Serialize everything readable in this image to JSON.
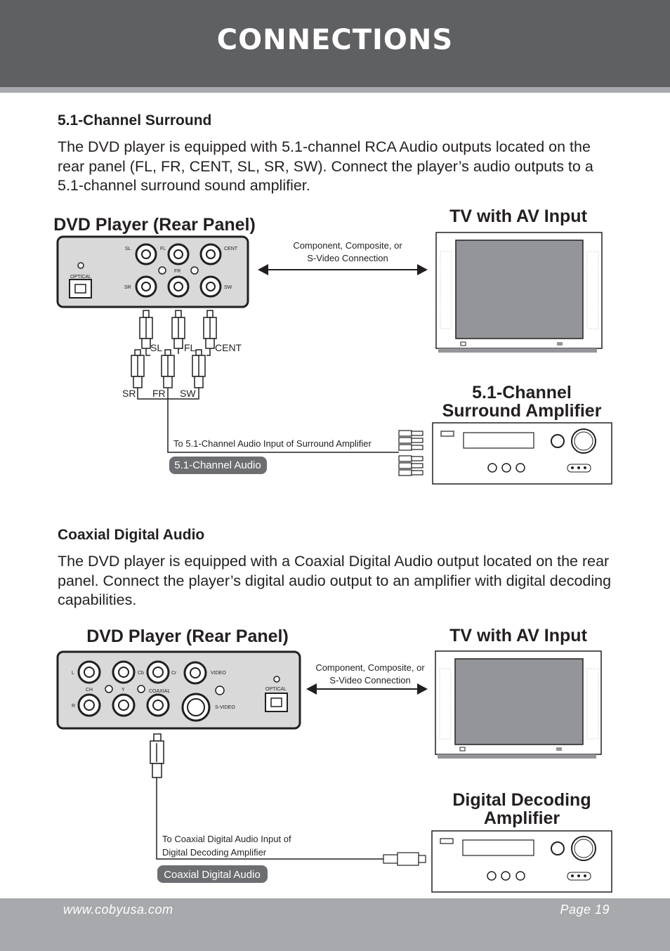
{
  "header": {
    "title": "CONNECTIONS"
  },
  "section1": {
    "heading": "5.1-Channel Surround",
    "body": "The DVD player is equipped with 5.1-channel RCA Audio outputs located on the rear panel (FL, FR, CENT, SL, SR, SW). Connect the player’s audio outputs to a 5.1-channel surround sound amplifier.",
    "diagram": {
      "dvd_label": "DVD Player (Rear Panel)",
      "tv_label": "TV with AV Input",
      "video_link_line1": "Component, Composite, or",
      "video_link_line2": "S-Video Connection",
      "panel_labels": {
        "sl": "SL",
        "fl": "FL",
        "cent": "CENT",
        "fr": "FR",
        "sr": "SR",
        "sw": "SW",
        "optical": "OPTICAL"
      },
      "plug_labels": {
        "sl": "SL",
        "fl": "FL",
        "cent": "CENT",
        "sr": "SR",
        "fr": "FR",
        "sw": "SW"
      },
      "amp_label_line1": "5.1-Channel",
      "amp_label_line2": "Surround Amplifier",
      "cable_caption": "To 5.1-Channel Audio Input of Surround Amplifier",
      "cable_pill": "5.1-Channel Audio"
    }
  },
  "section2": {
    "heading": "Coaxial Digital Audio",
    "body": "The DVD player is equipped with a Coaxial Digital Audio output located on the rear panel. Connect the player’s digital audio output to an amplifier with digital decoding capabilities.",
    "diagram": {
      "dvd_label": "DVD Player (Rear Panel)",
      "tv_label": "TV with AV Input",
      "video_link_line1": "Component, Composite, or",
      "video_link_line2": "S-Video Connection",
      "panel_labels": {
        "l": "L",
        "r": "R",
        "ch": "CH",
        "y": "Y",
        "cb": "Cb",
        "cr": "Cr",
        "coaxial": "COAXIAL",
        "video": "VIDEO",
        "svideo": "S-VIDEO",
        "optical": "OPTICAL"
      },
      "amp_label_line1": "Digital Decoding",
      "amp_label_line2": "Amplifier",
      "cable_caption_line1": "To Coaxial Digital Audio Input of",
      "cable_caption_line2": "Digital Decoding Amplifier",
      "cable_pill": "Coaxial Digital Audio"
    }
  },
  "footer": {
    "url": "www.cobyusa.com",
    "page": "Page 19"
  }
}
